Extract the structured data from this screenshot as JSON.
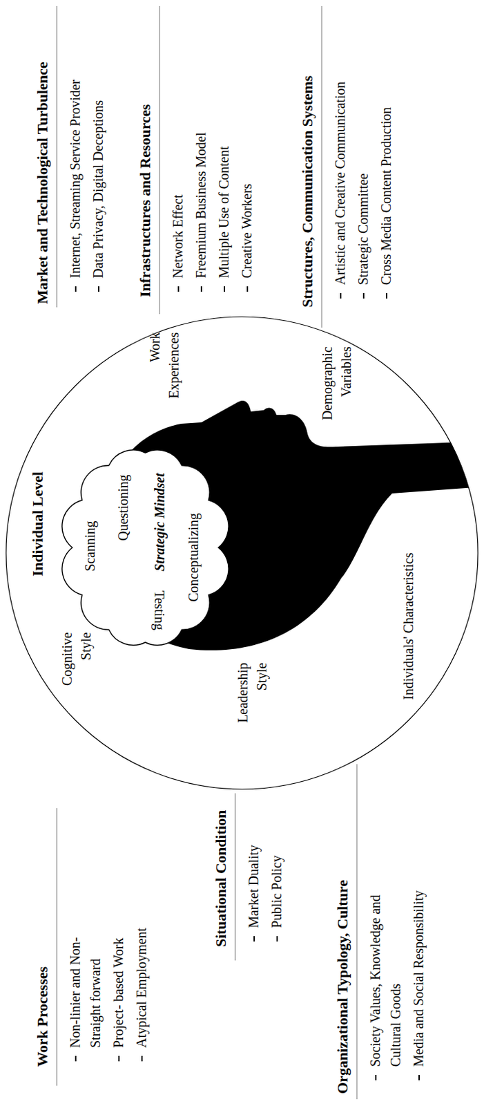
{
  "diagram": {
    "nodes": [
      {
        "text": [
          "Individual Level",
          "Cognitive Style",
          "Leadership Style",
          "Individuals' Characteristics",
          "Demographic Variables",
          "Work Experiences"
        ]
      },
      {
        "text": [
          "Scanning",
          "Questioning",
          "Strategic Mindset",
          "Conceptualizing",
          "Testing"
        ],
        "in": 0
      }
    ],
    "labels": [
      "Work Processes",
      "Non-linier and Non- Straight forward",
      "Project- based Work",
      "Atypical Employment",
      "Situational Condition",
      "Market Duality",
      "Public Policy",
      "Organizational Typology, Culture",
      "Society Values, Knowledge and Cultural Goods",
      "Media and Social Responsibility",
      "Market and Technological Turbulence",
      "Internet, Streaming Service Provider",
      "Data Privacy, Digital Deceptions",
      "Infrastructures and Resources",
      "Network Effect",
      "Freemium Business Model",
      "Multiple Use of Content",
      "Creative Workers",
      "Structures, Communication Systems",
      "Artistic and Creative Communication",
      "Strategic Committee",
      "Cross Media Content Production"
    ]
  }
}
